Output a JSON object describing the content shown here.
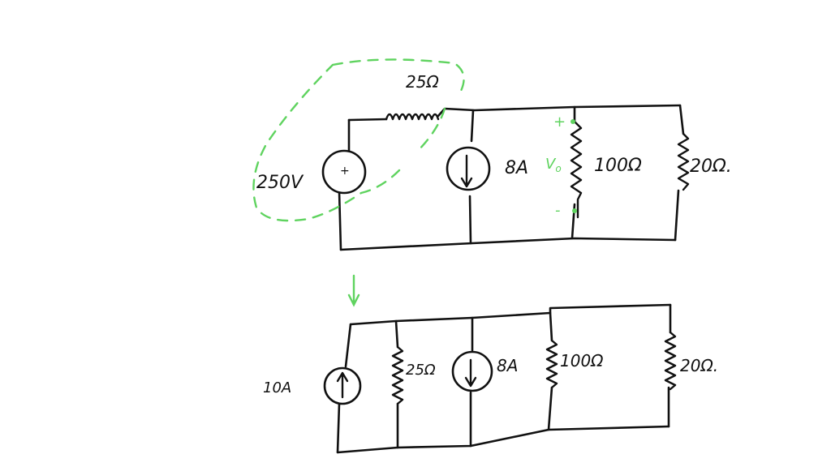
{
  "colors": {
    "ink": "#111111",
    "annotation": "#5fd35f",
    "background": "#ffffff"
  },
  "top_circuit": {
    "voltage_source_label": "250V",
    "voltage_source_sign": "+",
    "series_resistor_label": "25Ω",
    "current_source_label": "8A",
    "resistor_2_label": "100Ω",
    "resistor_3_label": "20Ω.",
    "vo_label": "V",
    "vo_subscript": "o",
    "vo_plus": "+",
    "vo_minus": "-"
  },
  "transform_arrow_icon": "arrow-down-icon",
  "bottom_circuit": {
    "current_source_label": "10A",
    "shunt_resistor_label": "25Ω",
    "current_source_2_label": "8A",
    "resistor_2_label": "100Ω",
    "resistor_3_label": "20Ω."
  }
}
